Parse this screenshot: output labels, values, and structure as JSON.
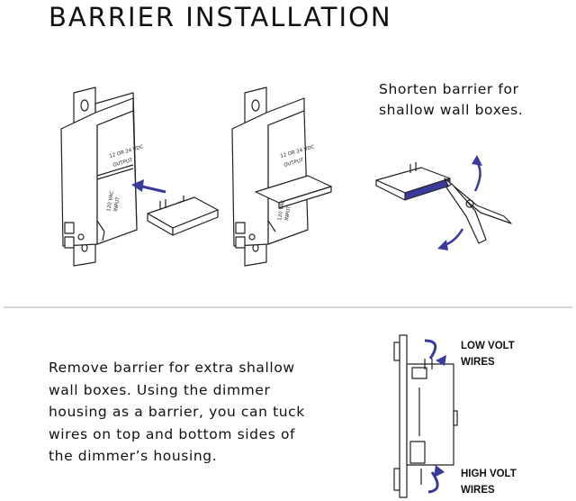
{
  "page": {
    "title": "BARRIER INSTALLATION"
  },
  "shorten_note": {
    "line1": "Shorten barrier for",
    "line2": "shallow wall boxes."
  },
  "remove_note": {
    "line1": "Remove barrier for extra shallow",
    "line2": "wall boxes. Using the dimmer",
    "line3": "housing as a barrier, you can tuck",
    "line4": "wires on top and bottom sides of",
    "line5": "the dimmer’s housing."
  },
  "housing_labels": {
    "output_line1": "12 OR 24 VDC",
    "output_line2": "OUTPUT",
    "input_line1": "120 VAC",
    "input_line2": "INPUT"
  },
  "wire_labels": {
    "low_line1": "LOW VOLT",
    "low_line2": "WIRES",
    "high_line1": "HIGH VOLT",
    "high_line2": "WIRES"
  },
  "colors": {
    "accent": "#3a3a9c",
    "line": "#222222",
    "divider": "#d6d6d6"
  }
}
